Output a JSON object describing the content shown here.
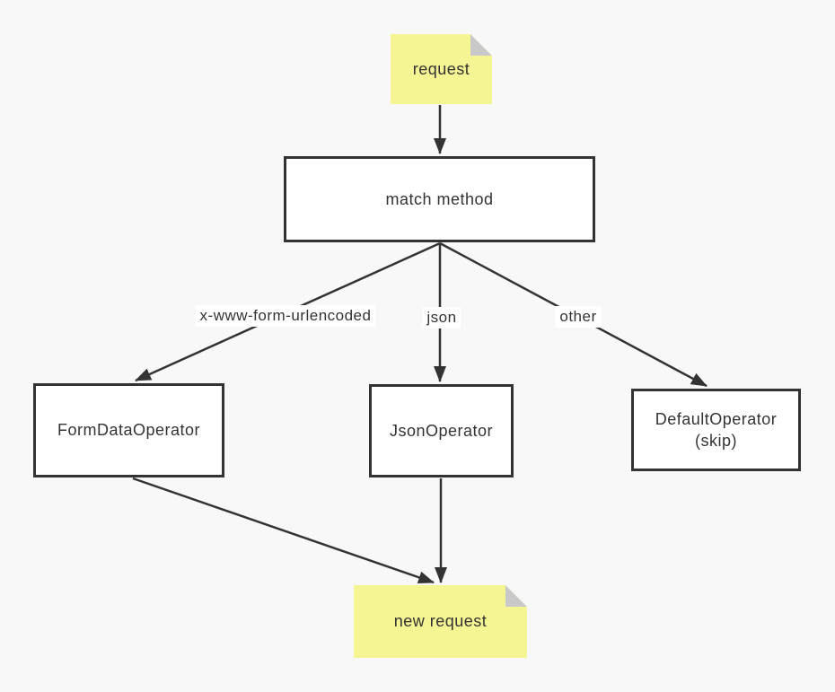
{
  "diagram": {
    "type": "flowchart",
    "colors": {
      "background": "#f8f8f8",
      "stroke": "#333333",
      "text": "#333333",
      "box_fill": "#ffffff",
      "note_fill": "#f6f593",
      "note_fold": "#c9c9c9",
      "edge_label_bg": "#ffffff"
    },
    "nodes": {
      "request": {
        "label": "request",
        "shape": "note"
      },
      "match_method": {
        "label": "match method",
        "shape": "rect"
      },
      "form_data_operator": {
        "label": "FormDataOperator",
        "shape": "rect"
      },
      "json_operator": {
        "label": "JsonOperator",
        "shape": "rect"
      },
      "default_operator": {
        "line1": "DefaultOperator",
        "line2": "(skip)",
        "shape": "rect"
      },
      "new_request": {
        "label": "new request",
        "shape": "note"
      }
    },
    "edges": [
      {
        "from": "request",
        "to": "match_method",
        "label": ""
      },
      {
        "from": "match_method",
        "to": "form_data_operator",
        "label": "x-www-form-urlencoded"
      },
      {
        "from": "match_method",
        "to": "json_operator",
        "label": "json"
      },
      {
        "from": "match_method",
        "to": "default_operator",
        "label": "other"
      },
      {
        "from": "form_data_operator",
        "to": "new_request",
        "label": ""
      },
      {
        "from": "json_operator",
        "to": "new_request",
        "label": ""
      }
    ],
    "edge_labels": {
      "form": "x-www-form-urlencoded",
      "json": "json",
      "other": "other"
    }
  }
}
